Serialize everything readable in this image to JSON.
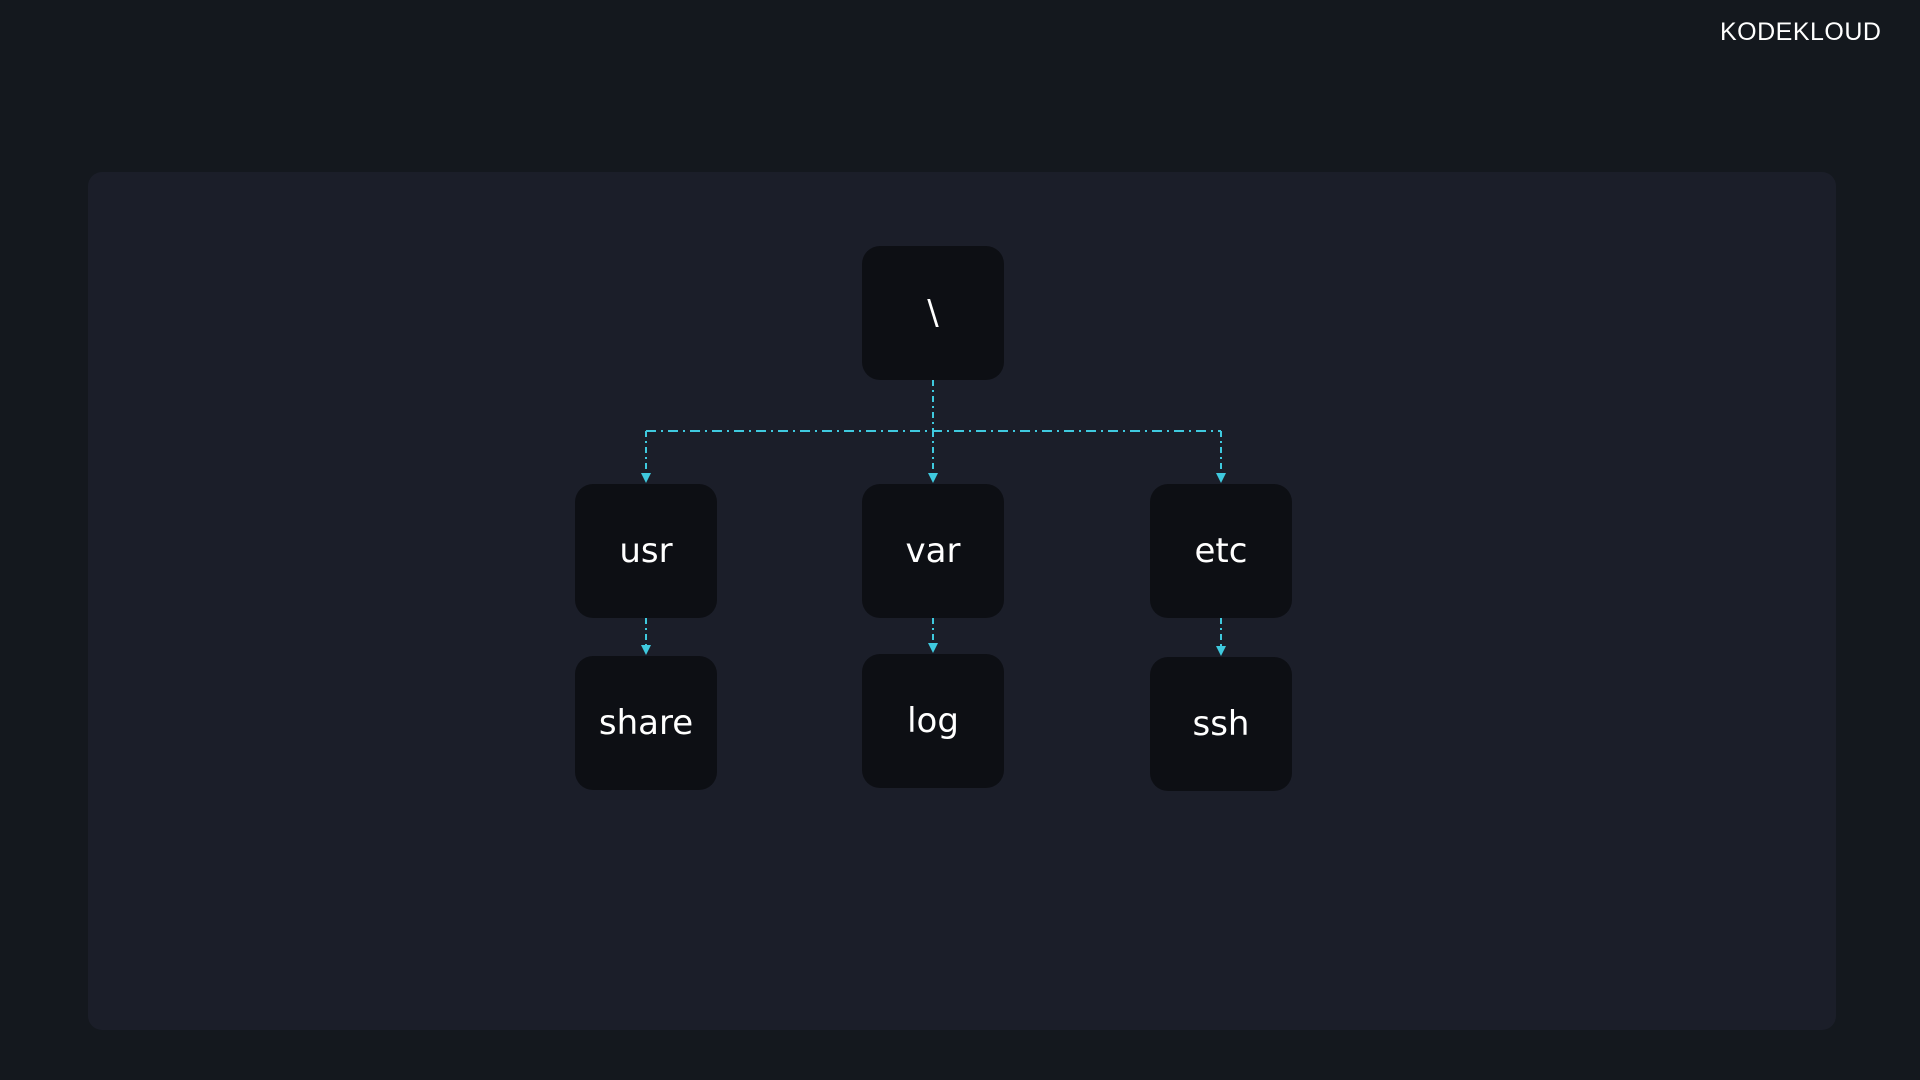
{
  "brand": {
    "name": "KODEKLOUD",
    "text_color": "#ffffff"
  },
  "colors": {
    "background": "#14181e",
    "panel": "#1b1e29",
    "node": "#0d0f14",
    "connector": "#3fc9de"
  },
  "tree": {
    "root": {
      "label": "\\"
    },
    "children": [
      {
        "label": "usr",
        "child": {
          "label": "share"
        }
      },
      {
        "label": "var",
        "child": {
          "label": "log"
        }
      },
      {
        "label": "etc",
        "child": {
          "label": "ssh"
        }
      }
    ]
  }
}
